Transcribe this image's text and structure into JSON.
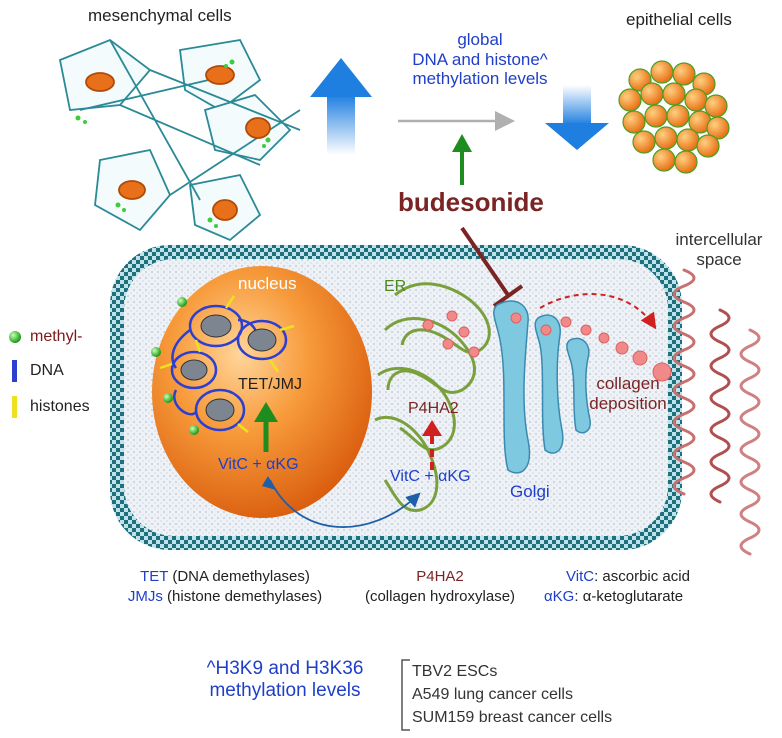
{
  "labels": {
    "mesenchymal": "mesenchymal cells",
    "epithelial": "epithelial cells",
    "global_line1": "global",
    "global_line2": "DNA and histone^",
    "global_line3": "methylation levels",
    "budesonide": "budesonide",
    "intercellular_line1": "intercellular",
    "intercellular_line2": "space",
    "nucleus": "nucleus",
    "er": "ER",
    "tet_jmj": "TET/JMJ",
    "vitc_akg_nucleus": "VitC + αKG",
    "p4ha2": "P4HA2",
    "vitc_akg_er": "VitC + αKG",
    "golgi": "Golgi",
    "collagen_line1": "collagen",
    "collagen_line2": "deposition"
  },
  "legend": [
    {
      "label": "methyl-",
      "color": "#7a1a1a",
      "icon": "green-sphere-icon"
    },
    {
      "label": "DNA",
      "color": "#222222",
      "icon": "blue-bar-icon"
    },
    {
      "label": "histones",
      "color": "#222222",
      "icon": "yellow-bar-icon"
    }
  ],
  "definitions": {
    "tet_term": "TET",
    "tet_desc": " (DNA demethylases)",
    "jmj_term": "JMJs",
    "jmj_desc": " (histone demethylases)",
    "p4ha2_term": "P4HA2",
    "p4ha2_desc": "(collagen hydroxylase)",
    "vitc_term": "VitC",
    "vitc_desc": ": ascorbic acid",
    "akg_term": "αKG",
    "akg_desc": ": α-ketoglutarate"
  },
  "footer": {
    "h3k_line1": "^H3K9 and H3K36",
    "h3k_line2": "methylation levels",
    "cell_lines": [
      "TBV2  ESCs",
      "A549 lung cancer cells",
      "SUM159 breast cancer cells"
    ]
  },
  "colors": {
    "blue_text": "#1f3fc8",
    "dark_red": "#7a2424",
    "green_arrow": "#1e8c1e",
    "orange_nucleus": "#f07a18",
    "golgi": "#7ec8e0",
    "er": "#7aa03c",
    "teal_cell": "#2a8a96"
  }
}
